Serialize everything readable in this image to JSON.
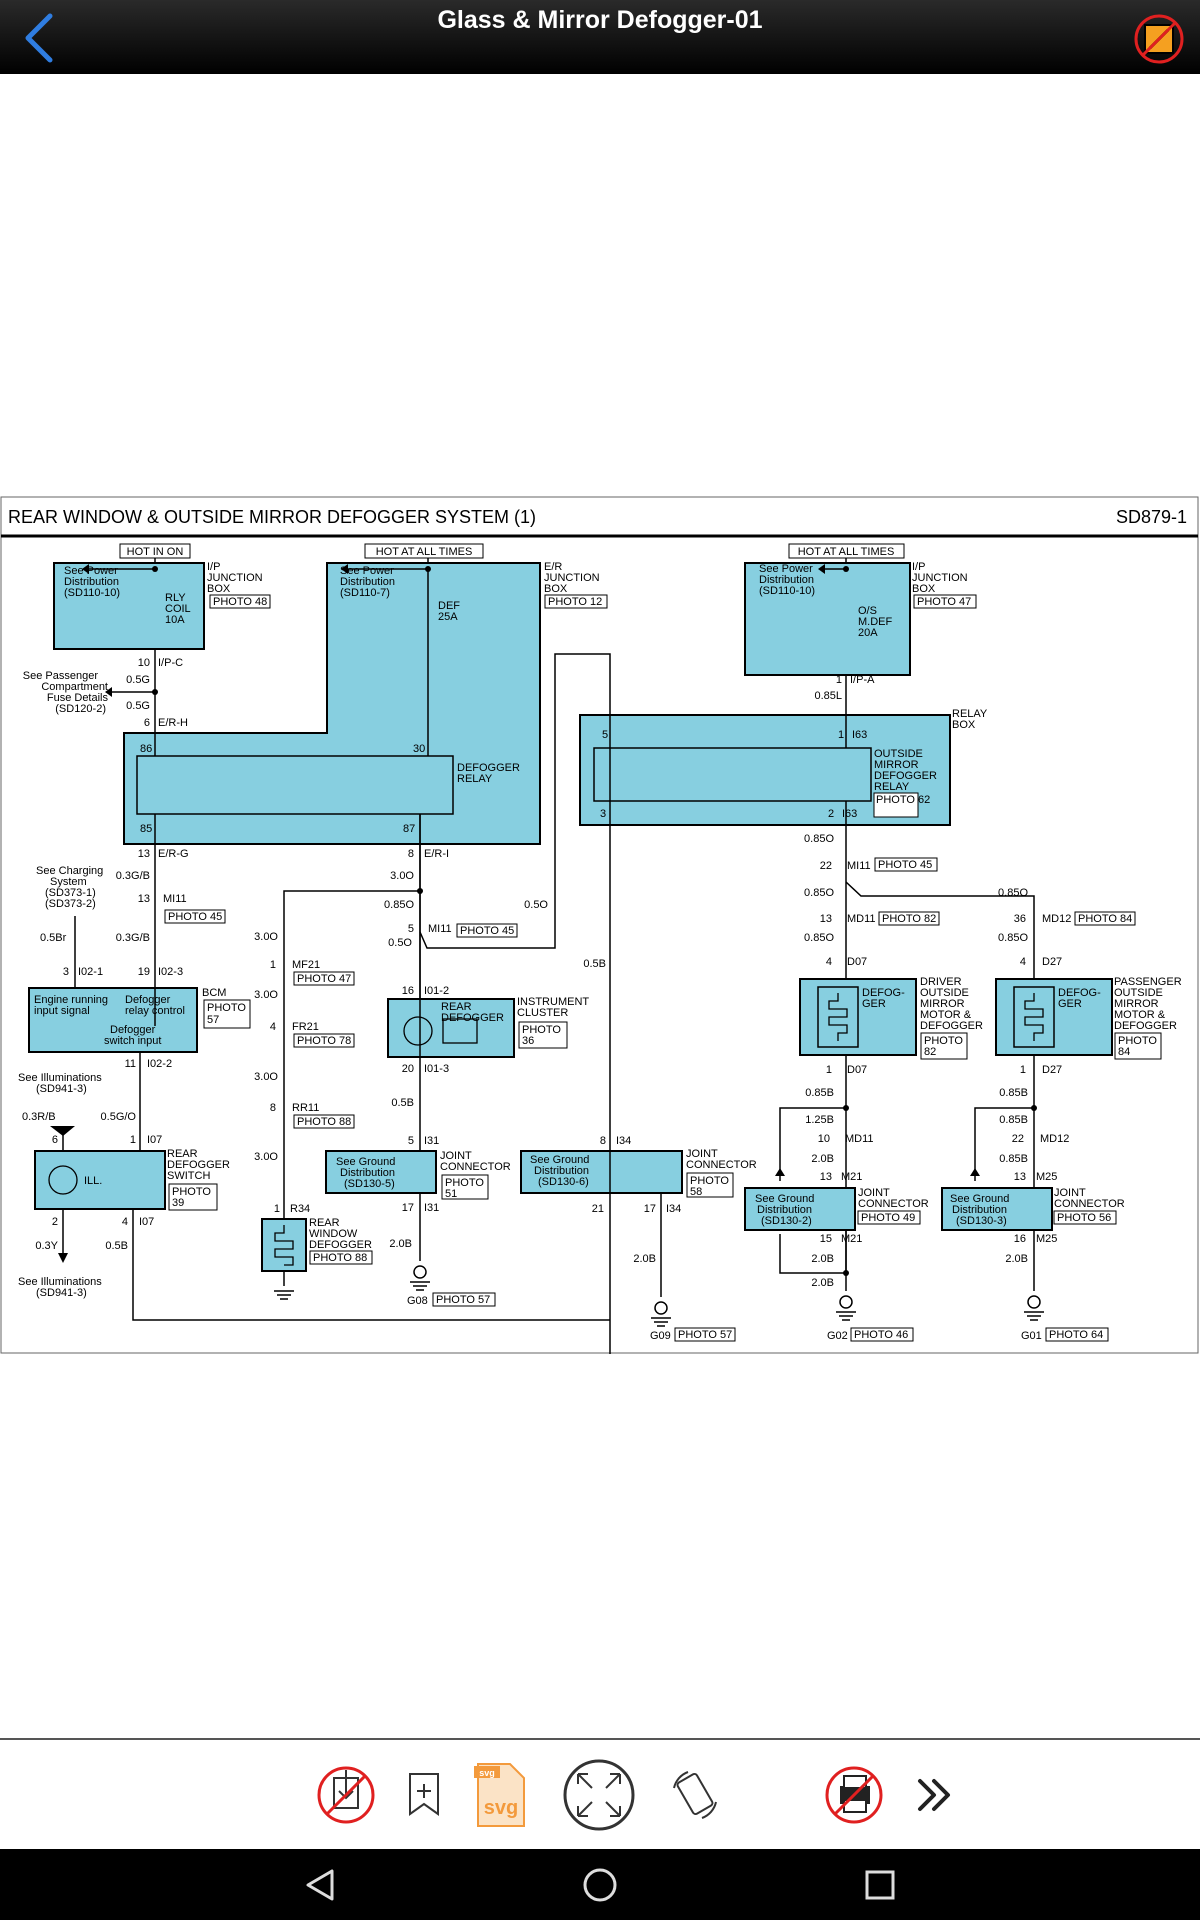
{
  "app": {
    "title": "Glass & Mirror Defogger-01"
  },
  "diagram": {
    "header": "REAR WINDOW & OUTSIDE MIRROR DEFOGGER SYSTEM (1)",
    "code": "SD879-1",
    "hot_in_on": "HOT IN ON",
    "hot_all_1": "HOT AT ALL TIMES",
    "hot_all_2": "HOT AT ALL TIMES",
    "ipjb1": {
      "power_l1": "See Power",
      "power_l2": "Distribution",
      "power_l3": "(SD110-10)",
      "fuse_l1": "RLY",
      "fuse_l2": "COIL",
      "fuse_l3": "10A",
      "lbl1": "I/P",
      "lbl2": "JUNCTION",
      "lbl3": "BOX",
      "photo": "PHOTO 48",
      "pin": "10",
      "conn": "I/P-C"
    },
    "erjb": {
      "power_l1": "See Power",
      "power_l2": "Distribution",
      "power_l3": "(SD110-7)",
      "fuse_l1": "DEF",
      "fuse_l2": "25A",
      "lbl1": "E/R",
      "lbl2": "JUNCTION",
      "lbl3": "BOX",
      "photo": "PHOTO 12"
    },
    "ipjb2": {
      "power_l1": "See Power",
      "power_l2": "Distribution",
      "power_l3": "(SD110-10)",
      "fuse_l1": "O/S",
      "fuse_l2": "M.DEF",
      "fuse_l3": "20A",
      "lbl1": "I/P",
      "lbl2": "JUNCTION",
      "lbl3": "BOX",
      "photo": "PHOTO 47",
      "pin": "1",
      "conn": "I/P-A",
      "wire": "0.85L"
    },
    "pass_fuse": {
      "l1": "See Passenger",
      "l2": "Compartment",
      "l3": "Fuse Details",
      "l4": "(SD120-2)",
      "w1": "0.5G",
      "w2": "0.5G",
      "pin": "6",
      "conn": "E/R-H"
    },
    "def_relay": {
      "l1": "DEFOGGER",
      "l2": "RELAY",
      "p86": "86",
      "p30": "30",
      "p85": "85",
      "p87": "87"
    },
    "relay_box": {
      "l1": "RELAY",
      "l2": "BOX",
      "p5": "5",
      "p1": "1",
      "c1": "I63",
      "p3": "3",
      "p2": "2",
      "c2": "I63",
      "m1": "OUTSIDE",
      "m2": "MIRROR",
      "m3": "DEFOGGER",
      "m4": "RELAY",
      "photo": "PHOTO 62"
    },
    "left_col": {
      "p13": "13",
      "c_erg": "E/R-G",
      "w03gb": "0.3G/B",
      "p13b": "13",
      "c_mi11": "MI11",
      "photo45": "PHOTO 45",
      "w03gb2": "0.3G/B",
      "p19": "19",
      "c_i023": "I02-3",
      "charge_l1": "See Charging",
      "charge_l2": "System",
      "charge_l3": "(SD373-1)",
      "charge_l4": "(SD373-2)",
      "w05br": "0.5Br",
      "p3": "3",
      "c_i021": "I02-1"
    },
    "bcm": {
      "t1": "Engine running",
      "t2": "input signal",
      "t3": "Defogger",
      "t4": "relay control",
      "t5": "Defogger",
      "t6": "switch input",
      "lbl": "BCM",
      "photo1": "PHOTO",
      "photo2": "57",
      "p11": "11",
      "c": "I02-2",
      "w": "0.5G/O"
    },
    "switch": {
      "ill_l1": "See Illuminations",
      "ill_l2": "(SD941-3)",
      "w03rb": "0.3R/B",
      "p6": "6",
      "p1": "1",
      "c1": "I07",
      "ill": "ILL.",
      "n1": "REAR",
      "n2": "DEFOGGER",
      "n3": "SWITCH",
      "photo1": "PHOTO",
      "photo2": "39",
      "p2": "2",
      "p4": "4",
      "c2": "I07",
      "w03y": "0.3Y",
      "w05b": "0.5B",
      "ill2_l1": "See Illuminations",
      "ill2_l2": "(SD941-3)"
    },
    "mid": {
      "p8": "8",
      "c_eri": "E/R-I",
      "w300a": "3.0O",
      "w085o": "0.85O",
      "w05o": "0.5O",
      "p5": "5",
      "c_mi11": "MI11",
      "photo45": "PHOTO 45",
      "w050": "0.5O",
      "w05b": "0.5B"
    },
    "rwd": {
      "w1": "3.0O",
      "p1": "1",
      "c1": "MF21",
      "ph1": "PHOTO 47",
      "w2": "3.0O",
      "p4": "4",
      "c2": "FR21",
      "ph2": "PHOTO 78",
      "w3": "3.0O",
      "p8": "8",
      "c3": "RR11",
      "ph3": "PHOTO 88",
      "w4": "3.0O",
      "p1b": "1",
      "c4": "R34",
      "n1": "REAR",
      "n2": "WINDOW",
      "n3": "DEFOGGER",
      "photo": "PHOTO 88"
    },
    "cluster": {
      "p16": "16",
      "c1": "I01-2",
      "r1": "REAR",
      "r2": "DEFOGGER",
      "n1": "INSTRUMENT",
      "n2": "CLUSTER",
      "photo1": "PHOTO",
      "photo2": "36",
      "p20": "20",
      "c2": "I01-3",
      "w05b": "0.5B"
    },
    "jc51": {
      "p5": "5",
      "c1": "I31",
      "g1": "See Ground",
      "g2": "Distribution",
      "g3": "(SD130-5)",
      "n1": "JOINT",
      "n2": "CONNECTOR",
      "photo1": "PHOTO",
      "photo2": "51",
      "p17": "17",
      "c2": "I31",
      "w20b": "2.0B",
      "gnd": "G08",
      "gphoto": "PHOTO 57"
    },
    "jc58": {
      "p8": "8",
      "c1": "I34",
      "g1": "See Ground",
      "g2": "Distribution",
      "g3": "(SD130-6)",
      "n1": "JOINT",
      "n2": "CONNECTOR",
      "photo1": "PHOTO",
      "photo2": "58",
      "p21": "21",
      "p17": "17",
      "c2": "I34",
      "w20b": "2.0B",
      "gnd": "G09",
      "gphoto": "PHOTO 57"
    },
    "driver": {
      "w085o": "0.85O",
      "p22": "22",
      "c_mi11": "MI11",
      "photo45": "PHOTO 45",
      "w085o_b": "0.85O",
      "p13": "13",
      "c_md11": "MD11",
      "photo82": "PHOTO 82",
      "w085o_c": "0.85O",
      "p4": "4",
      "c_d07": "D07",
      "def1": "DEFOG-",
      "def2": "GER",
      "n1": "DRIVER",
      "n2": "OUTSIDE",
      "n3": "MIRROR",
      "n4": "MOTOR &",
      "n5": "DEFOGGER",
      "photo1": "PHOTO",
      "photo2": "82",
      "p1": "1",
      "c_d07b": "D07",
      "w085b": "0.85B",
      "w125b": "1.25B",
      "p10": "10",
      "c_md11b": "MD11",
      "w20b": "2.0B",
      "p13b": "13",
      "c_m21": "M21",
      "g1": "See Ground",
      "g2": "Distribution",
      "g3": "(SD130-2)",
      "jn1": "JOINT",
      "jn2": "CONNECTOR",
      "jphoto": "PHOTO 49",
      "p15": "15",
      "c_m21b": "M21",
      "w20b2": "2.0B",
      "w20b3": "2.0B",
      "gnd": "G02",
      "gphoto": "PHOTO 46"
    },
    "passenger": {
      "w085o": "0.85O",
      "p36": "36",
      "c_md12": "MD12",
      "photo84": "PHOTO 84",
      "w085o_b": "0.85O",
      "p4": "4",
      "c_d27": "D27",
      "def1": "DEFOG-",
      "def2": "GER",
      "n1": "PASSENGER",
      "n2": "OUTSIDE",
      "n3": "MIRROR",
      "n4": "MOTOR &",
      "n5": "DEFOGGER",
      "photo1": "PHOTO",
      "photo2": "84",
      "p1": "1",
      "c_d27b": "D27",
      "w085b": "0.85B",
      "w085b2": "0.85B",
      "p22": "22",
      "c_md12b": "MD12",
      "w085b3": "0.85B",
      "p13": "13",
      "c_m25": "M25",
      "g1": "See Ground",
      "g2": "Distribution",
      "g3": "(SD130-3)",
      "jn1": "JOINT",
      "jn2": "CONNECTOR",
      "jphoto": "PHOTO 56",
      "p16": "16",
      "c_m25b": "M25",
      "w20b": "2.0B",
      "gnd": "G01",
      "gphoto": "PHOTO 64"
    },
    "misc": {
      "w05o_cross": "0.5O",
      "w05b_right": "0.5B"
    }
  },
  "toolbar": {
    "svg_label": "svg"
  },
  "colors": {
    "component_fill": "#87cfe0",
    "note_red": "#e02020",
    "note_orange": "#f5a020",
    "svg_orange": "#f39a3c"
  }
}
